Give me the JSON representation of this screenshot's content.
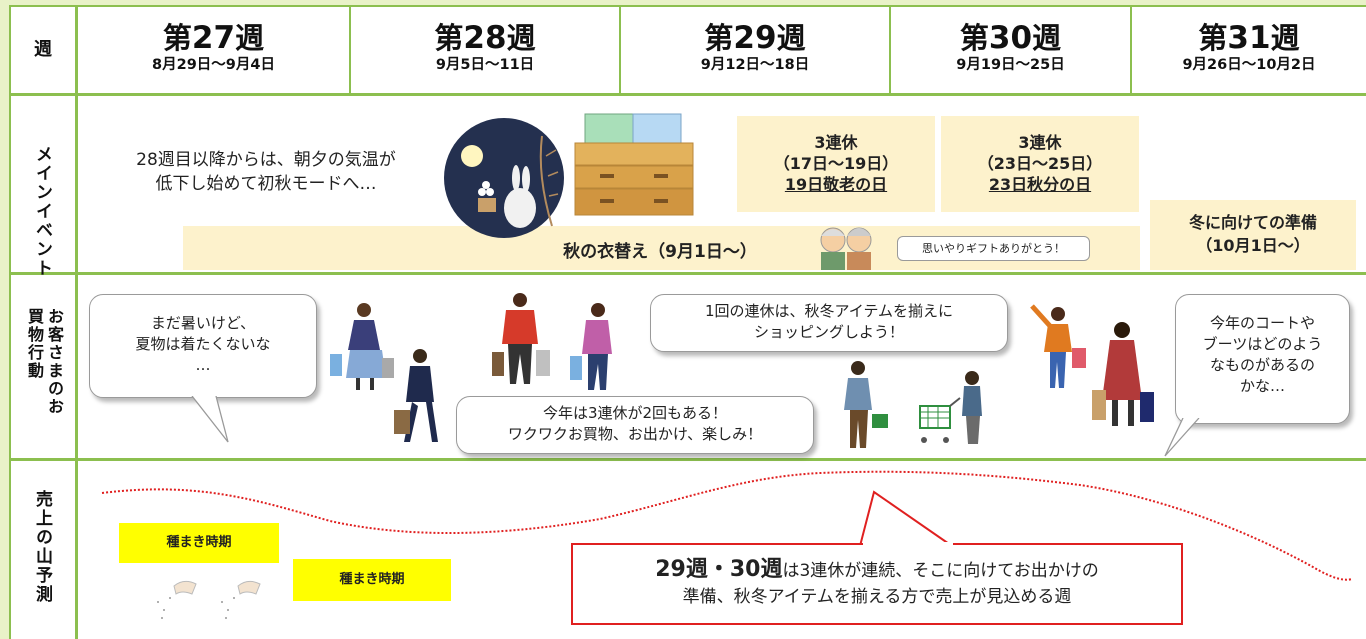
{
  "header": {
    "week_label": "週",
    "weeks": [
      {
        "prefix": "第",
        "num": "27",
        "suffix": "週",
        "dates": "8月29日～9月4日"
      },
      {
        "prefix": "第",
        "num": "28",
        "suffix": "週",
        "dates": "9月5日～11日"
      },
      {
        "prefix": "第",
        "num": "29",
        "suffix": "週",
        "dates": "9月12日～18日"
      },
      {
        "prefix": "第",
        "num": "30",
        "suffix": "週",
        "dates": "9月19日～25日"
      },
      {
        "prefix": "第",
        "num": "31",
        "suffix": "週",
        "dates": "9月26日～10月2日"
      }
    ]
  },
  "rows": {
    "main_event": "メインイベント",
    "shopping_behavior": "お客さまのお買物行動",
    "sales_forecast": "売上の山予測"
  },
  "events": {
    "intro_line1": "28週目以降からは、朝夕の気温が",
    "intro_line2": "低下し始めて初秋モードへ…",
    "holiday1_line1": "3連休",
    "holiday1_line2": "（17日～19日）",
    "holiday1_line3": "19日敬老の日",
    "holiday2_line1": "3連休",
    "holiday2_line2": "（23日～25日）",
    "holiday2_line3": "23日秋分の日",
    "clothes_change": "秋の衣替え（9月1日～）",
    "gift_bubble": "思いやりギフトありがとう！",
    "winter_line1": "冬に向けての準備",
    "winter_line2": "（10月1日～）"
  },
  "bubbles": {
    "hot_line1": "まだ暑いけど、",
    "hot_line2": "夏物は着たくないな",
    "hot_line3": "…",
    "three_day_line1": "今年は3連休が2回もある！",
    "three_day_line2": "ワクワクお買物、お出かけ、楽しみ！",
    "one_holiday_line1": "1回の連休は、秋冬アイテムを揃えに",
    "one_holiday_line2": "ショッピングしよう！",
    "coat_line1": "今年のコートや",
    "coat_line2": "ブーツはどのよう",
    "coat_line3": "なものがあるの",
    "coat_line4": "かな…"
  },
  "forecast": {
    "seed_label_1": "種まき時期",
    "seed_label_2": "種まき時期",
    "callout_bold": "29週・30週",
    "callout_rest": "は3連休が連続、そこに向けてお出かけの",
    "callout_line2": "準備、秋冬アイテムを揃える方で売上が見込める週"
  },
  "colors": {
    "grid": "#8cbf4f",
    "event_box": "#fdf2cc",
    "seed_box": "#ffff00",
    "forecast_curve": "#e02020",
    "callout_border": "#e02020"
  },
  "icons": [
    "moon-rabbit-icon",
    "drawer-chest-icon",
    "elderly-couple-icon",
    "shopper-icon",
    "shopping-cart-icon",
    "seed-sowing-icon"
  ]
}
